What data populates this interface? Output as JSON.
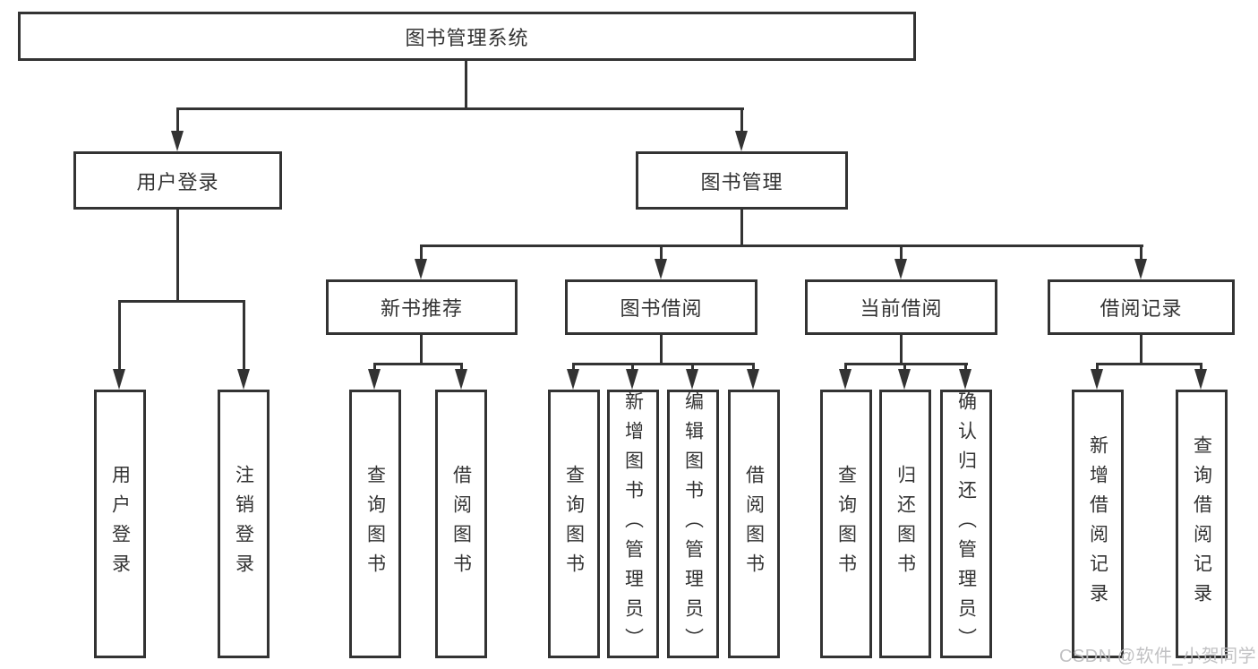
{
  "diagram": {
    "root": {
      "label": "图书管理系统"
    },
    "branches": [
      {
        "label": "用户登录",
        "children": [
          {
            "label": "用户登录"
          },
          {
            "label": "注销登录"
          }
        ]
      },
      {
        "label": "图书管理",
        "children": [
          {
            "label": "新书推荐",
            "children": [
              {
                "label": "查询图书"
              },
              {
                "label": "借阅图书"
              }
            ]
          },
          {
            "label": "图书借阅",
            "children": [
              {
                "label": "查询图书"
              },
              {
                "label": "新增图书（管理员）"
              },
              {
                "label": "编辑图书（管理员）"
              },
              {
                "label": "借阅图书"
              }
            ]
          },
          {
            "label": "当前借阅",
            "children": [
              {
                "label": "查询图书"
              },
              {
                "label": "归还图书"
              },
              {
                "label": "确认归还（管理员）"
              }
            ]
          },
          {
            "label": "借阅记录",
            "children": [
              {
                "label": "新增借阅记录"
              },
              {
                "label": "查询借阅记录"
              }
            ]
          }
        ]
      }
    ],
    "watermark": "CSDN @软件_小贺同学",
    "colors": {
      "line": "#333333",
      "box_border": "#333333",
      "text": "#333333",
      "watermark": "#bebec0",
      "background": "#ffffff"
    }
  }
}
